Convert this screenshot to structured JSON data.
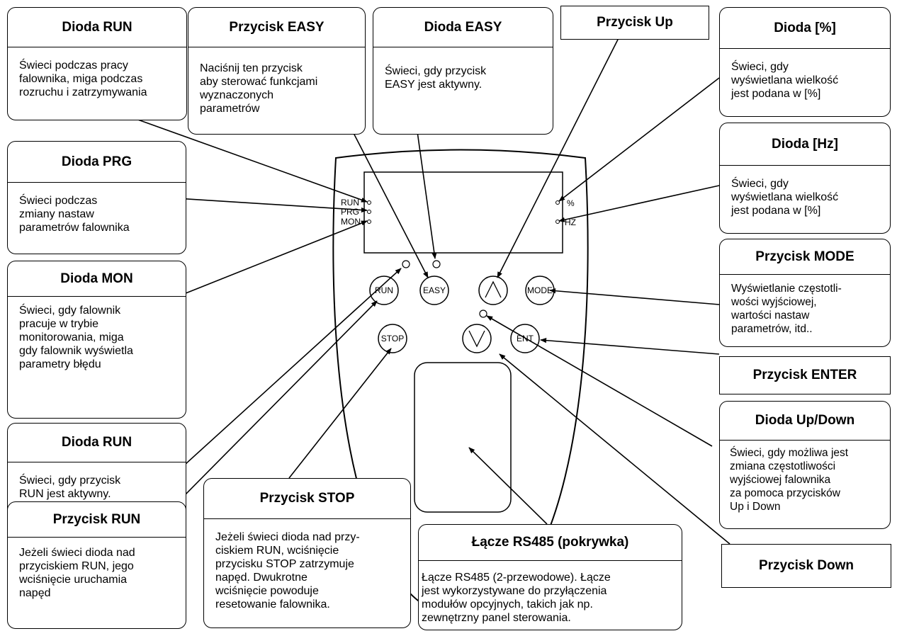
{
  "callouts": {
    "dioda_run_top": {
      "title": "Dioda RUN",
      "text": "Świeci podczas pracy\nfalownika, miga podczas\nrozruchu i zatrzymywania"
    },
    "przycisk_easy": {
      "title": "Przycisk EASY",
      "text": "Naciśnij ten przycisk\naby sterować funkcjami\nwyznaczonych\nparametrów"
    },
    "dioda_easy": {
      "title": "Dioda EASY",
      "text": "Świeci, gdy przycisk\nEASY jest aktywny."
    },
    "przycisk_up": {
      "title": "Przycisk Up"
    },
    "dioda_percent": {
      "title": "Dioda [%]",
      "text": "Świeci, gdy\nwyświetlana wielkość\njest podana w [%]"
    },
    "dioda_hz": {
      "title": "Dioda [Hz]",
      "text": "Świeci, gdy\nwyświetlana wielkość\njest podana w [%]"
    },
    "dioda_prg": {
      "title": "Dioda PRG",
      "text": "Świeci podczas\nzmiany nastaw\nparametrów falownika"
    },
    "przycisk_mode": {
      "title": "Przycisk MODE",
      "text": "Wyświetlanie częstotli-\nwości wyjściowej,\nwartości nastaw\nparametrów, itd.."
    },
    "dioda_mon": {
      "title": "Dioda MON",
      "text": "Świeci, gdy falownik\npracuje w trybie\nmonitorowania, miga\ngdy falownik wyświetla\nparametry błędu"
    },
    "przycisk_enter": {
      "title": "Przycisk ENTER"
    },
    "dioda_updown": {
      "title": "Dioda Up/Down",
      "text": "Świeci, gdy możliwa jest\nzmiana częstotliwości\nwyjściowej falownika\nza pomoca przycisków\nUp i Down"
    },
    "dioda_run_bottom": {
      "title": "Dioda RUN",
      "text": "Świeci, gdy przycisk\nRUN jest aktywny."
    },
    "przycisk_stop": {
      "title": "Przycisk STOP",
      "text": "Jeżeli świeci dioda nad przy-\nciskiem RUN, wciśnięcie\nprzycisku STOP zatrzymuje\nnapęd. Dwukrotne\nwciśnięcie powoduje\nresetowanie falownika."
    },
    "lacze_rs485": {
      "title": "Łącze RS485 (pokrywka)",
      "text": "Łącze RS485 (2-przewodowe). Łącze\njest wykorzystywane do przyłączenia\nmodułów opcyjnych, takich jak np.\nzewnętrzny panel sterowania."
    },
    "przycisk_down": {
      "title": "Przycisk Down"
    },
    "przycisk_run": {
      "title": "Przycisk RUN",
      "text": "Jeżeli świeci dioda nad\nprzyciskiem RUN, jego\nwciśnięcie uruchamia\nnapęd"
    }
  },
  "panel": {
    "led_labels": {
      "run": "RUN",
      "prg": "PRG",
      "mon": "MON",
      "percent": "%",
      "hz": "HZ"
    },
    "buttons": {
      "run": "RUN",
      "easy": "EASY",
      "mode": "MODE",
      "stop": "STOP",
      "ent": "ENT"
    }
  }
}
